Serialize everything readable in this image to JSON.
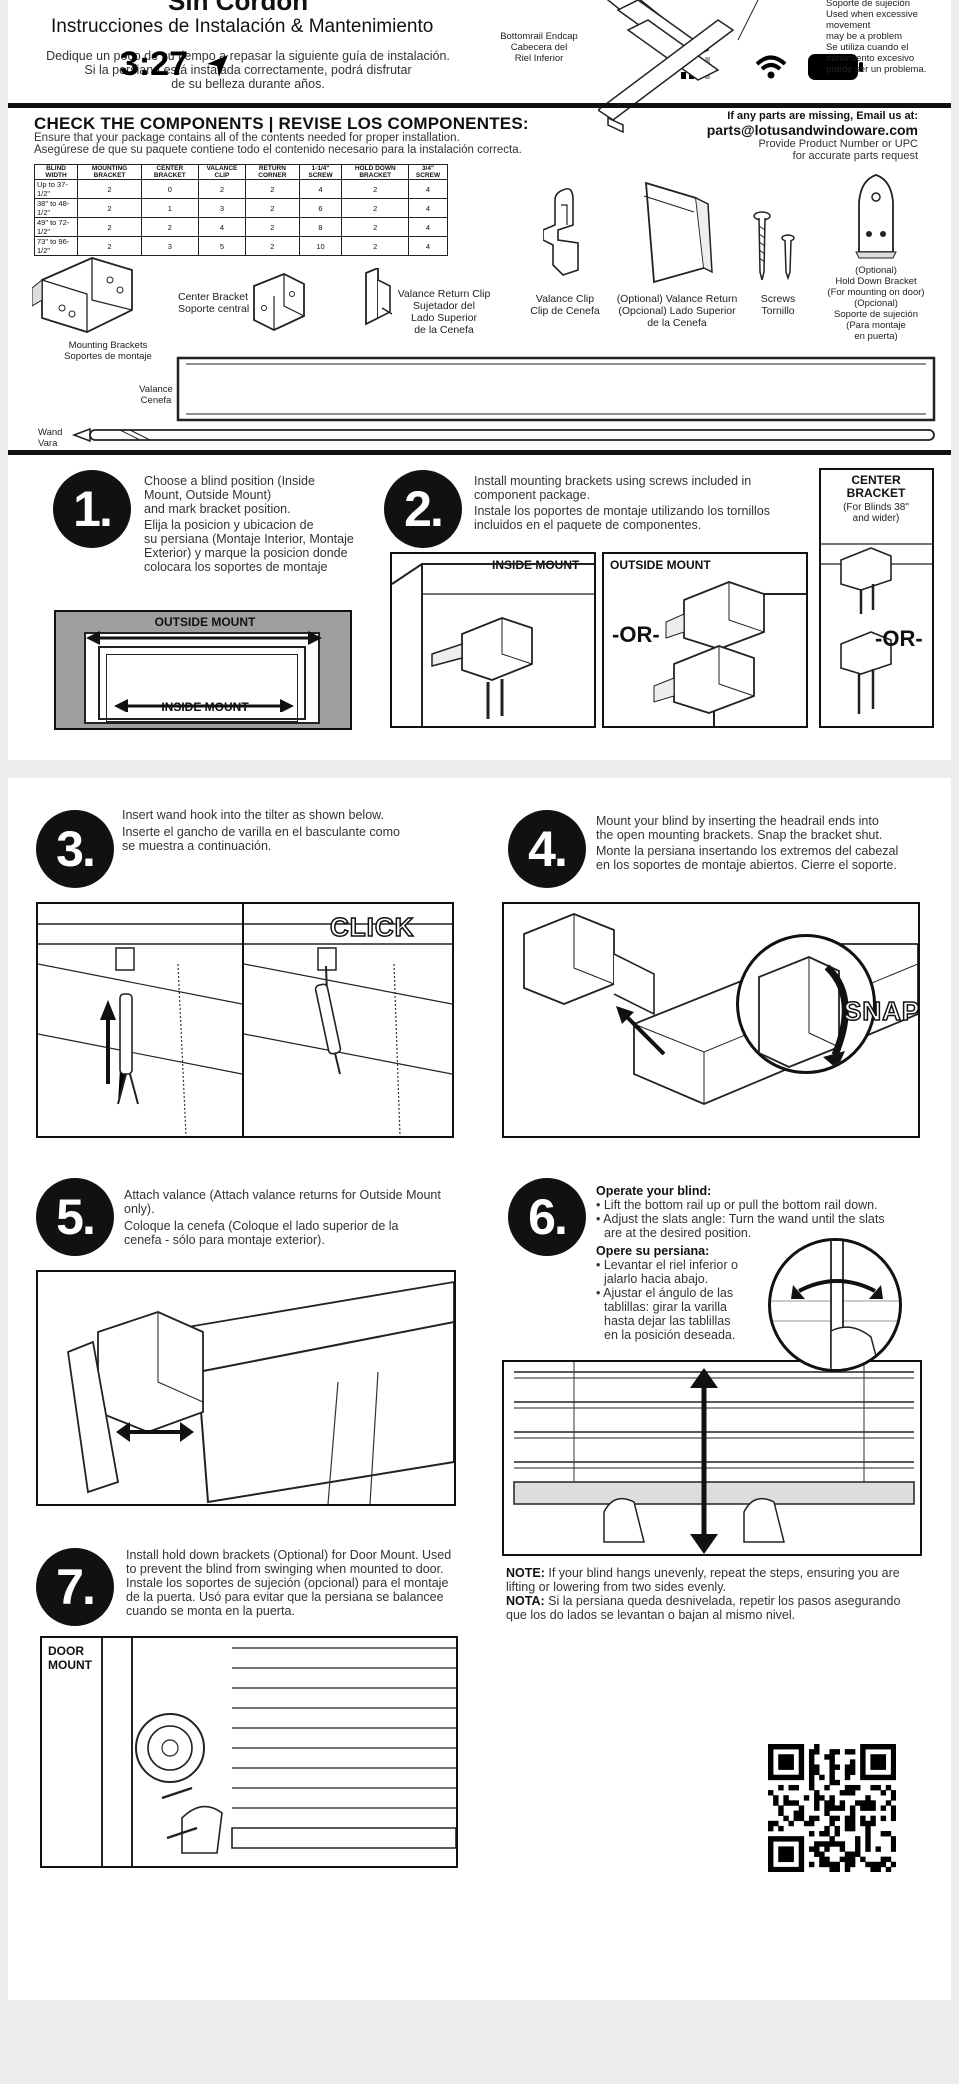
{
  "status_bar": {
    "time": "3:27"
  },
  "header": {
    "title": "Sin Cordón",
    "subtitle": "Instrucciones de Instalación & Mantenimiento",
    "intro": [
      "Dedique un poco de su tiempo a repasar la siguiente guía de instalación.",
      "Si la persiana está instalada correctamente, podrá disfrutar",
      "de su belleza durante años."
    ],
    "endcap_label": [
      "Bottomrail Endcap",
      "Cabecera del",
      "Riel Inferior"
    ],
    "holddown_top": [
      "Soporte de sujeción",
      "Used when excessive",
      "movement",
      "may be a problem",
      "Se utiliza cuando el",
      "movimiento excesivo",
      "puede ser un problema."
    ]
  },
  "check": {
    "title": "CHECK THE COMPONENTS  |  REVISE LOS COMPONENTES:",
    "sub1": "Ensure that your package contains all of the contents needed for proper installation.",
    "sub2": "Asegúrese de que su paquete contiene todo el contenido necesario para la instalación correcta.",
    "email_line": "If any parts are missing, Email us at:",
    "email": "parts@lotusandwindoware.com",
    "provide1": "Provide Product Number or UPC",
    "provide2": "for accurate parts request"
  },
  "parts_table": {
    "headers": [
      "BLIND WIDTH",
      "MOUNTING BRACKET",
      "CENTER BRACKET",
      "VALANCE CLIP",
      "RETURN CORNER",
      "1-1/4\" SCREW",
      "HOLD DOWN BRACKET",
      "3/4\" SCREW"
    ],
    "rows": [
      [
        "Up to 37-1/2\"",
        "2",
        "0",
        "2",
        "2",
        "4",
        "2",
        "4"
      ],
      [
        "38\" to 48-1/2\"",
        "2",
        "1",
        "3",
        "2",
        "6",
        "2",
        "4"
      ],
      [
        "49\" to 72-1/2\"",
        "2",
        "2",
        "4",
        "2",
        "8",
        "2",
        "4"
      ],
      [
        "73\" to 96-1/2\"",
        "2",
        "3",
        "5",
        "2",
        "10",
        "2",
        "4"
      ]
    ]
  },
  "components": {
    "valance_clip": [
      "Valance Clip",
      "Clip de Cenefa"
    ],
    "valance_return": [
      "(Optional) Valance Return",
      "(Opcional) Lado Superior",
      "de la Cenefa"
    ],
    "screws": [
      "Screws",
      "Tornillo"
    ],
    "hold_down": [
      "(Optional)",
      "Hold Down Bracket",
      "(For mounting on door)",
      "(Opcional)",
      "Soporte de sujeción",
      "(Para montaje",
      "en puerta)"
    ],
    "center_bracket": [
      "Center Bracket",
      "Soporte central"
    ],
    "valance_return_clip": [
      "Valance Return Clip",
      "Sujetador del",
      "Lado Superior",
      "de la Cenefa"
    ],
    "mounting_brackets": [
      "Mounting Brackets",
      "Soportes de montaje"
    ],
    "valance": [
      "Valance",
      "Cenefa"
    ],
    "wand": [
      "Wand",
      "Vara"
    ]
  },
  "steps": {
    "s1": {
      "num": "1.",
      "en": [
        "Choose a blind position (Inside",
        "Mount, Outside Mount)",
        "and mark bracket position."
      ],
      "es": [
        "Elija la posicion y ubicacion de",
        "su persiana (Montaje Interior, Montaje",
        "Exterior) y marque la posicion donde",
        "colocara los soportes de montaje"
      ],
      "outside": "OUTSIDE MOUNT",
      "inside": "INSIDE MOUNT"
    },
    "s2": {
      "num": "2.",
      "en": [
        "Install mounting brackets using screws included in",
        "component package."
      ],
      "es": [
        "Instale los poportes de montaje utilizando los tornillos",
        "incluidos en el paquete de componentes."
      ],
      "inside": "INSIDE MOUNT",
      "outside": "OUTSIDE MOUNT",
      "or": "-OR-"
    },
    "center": {
      "title": [
        "CENTER",
        "BRACKET"
      ],
      "sub": [
        "(For Blinds 38\"",
        "and wider)"
      ],
      "or": "-OR-"
    },
    "s3": {
      "num": "3.",
      "en": "Insert wand hook into the tilter as shown below.",
      "es": [
        "Inserte el gancho de varilla en el basculante como",
        "se muestra a continuación."
      ],
      "click": "CLICK"
    },
    "s4": {
      "num": "4.",
      "en": [
        "Mount your blind by inserting the headrail ends into",
        "the open mounting brackets. Snap the bracket shut."
      ],
      "es": [
        "Monte la persiana insertando los extremos del cabezal",
        "en los soportes de montaje abiertos. Cierre el soporte."
      ],
      "snap": "SNAP"
    },
    "s5": {
      "num": "5.",
      "en": [
        "Attach valance (Attach valance returns for Outside Mount",
        "only)."
      ],
      "es": [
        "Coloque la cenefa (Coloque el lado superior de la",
        "cenefa - sólo para montaje exterior)."
      ]
    },
    "s6": {
      "num": "6.",
      "title_en": "Operate your blind:",
      "en": [
        "• Lift the bottom rail up or pull the bottom rail down.",
        "• Adjust the slats angle: Turn the wand until the slats",
        "  are at the desired position."
      ],
      "title_es": "Opere su persiana:",
      "es": [
        "• Levantar el riel inferior o",
        "  jalarlo hacia abajo.",
        "• Ajustar el ángulo de las",
        "  tablillas: girar la varilla",
        "  hasta dejar las tablillas",
        "  en la posición deseada."
      ]
    },
    "s7": {
      "num": "7.",
      "en": [
        "Install hold down brackets (Optional) for Door Mount. Used",
        "to prevent the blind from swinging when mounted to door."
      ],
      "es": [
        "Instale los soportes de sujeción (opcional) para el montaje",
        "de la puerta. Usó para evitar que la persiana se balancee",
        "cuando se monta en la puerta."
      ],
      "door": [
        "DOOR",
        "MOUNT"
      ]
    }
  },
  "note": {
    "label_en": "NOTE:",
    "text_en": " If your blind hangs unevenly, repeat the steps, ensuring you are",
    "text_en2": "lifting or lowering from two sides evenly.",
    "label_es": "NOTA:",
    "text_es": " Si la persiana queda desnivelada, repetir los pasos asegurando",
    "text_es2": "que los do lados se levantan o bajan al mismo nivel."
  }
}
